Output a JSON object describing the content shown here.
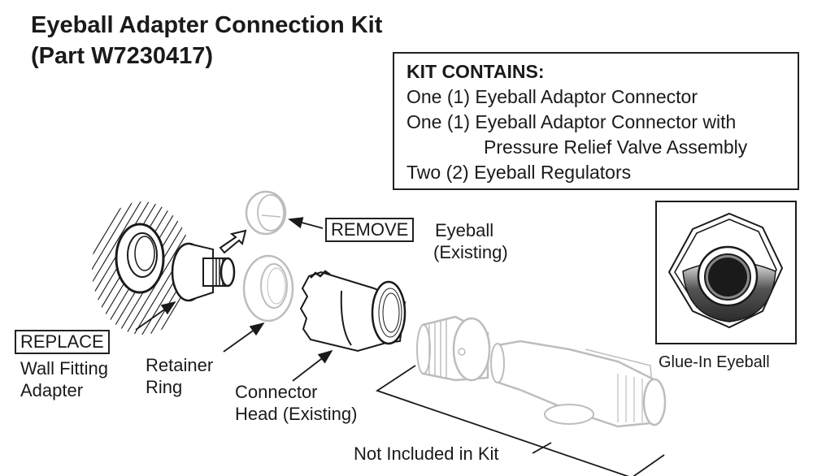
{
  "header": {
    "title_line1": "Eyeball Adapter Connection Kit",
    "title_line2": "(Part W7230417)"
  },
  "kit_contents": {
    "heading": "KIT CONTAINS:",
    "items": [
      "One (1) Eyeball Adaptor Connector",
      "One (1) Eyeball Adaptor Connector with",
      "Pressure Relief Valve Assembly",
      "Two (2) Eyeball Regulators"
    ]
  },
  "inset": {
    "caption": "Glue-In Eyeball"
  },
  "callouts": {
    "remove_tag": "REMOVE",
    "eyeball_line1": "Eyeball",
    "eyeball_line2": "(Existing)",
    "replace_tag": "REPLACE",
    "wall_fitting_line1": "Wall Fitting",
    "wall_fitting_line2": "Adapter",
    "retainer_line1": "Retainer",
    "retainer_line2": "Ring",
    "connector_line1": "Connector",
    "connector_line2": "Head (Existing)",
    "not_included": "Not Included in Kit"
  },
  "colors": {
    "ink": "#1a1a1a",
    "ghost": "#bdbdbd"
  }
}
